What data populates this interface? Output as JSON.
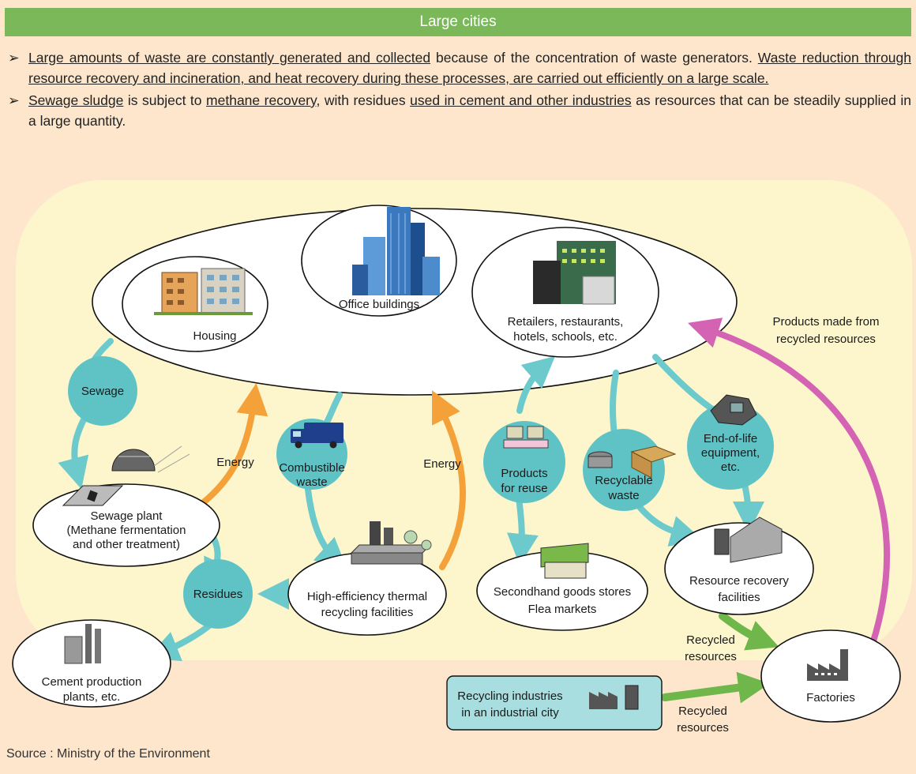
{
  "header": {
    "title": "Large cities"
  },
  "bullets": [
    {
      "parts": [
        {
          "text": "Large amounts of waste are constantly generated and collected",
          "underline": true
        },
        {
          "text": " because of the concentration of waste generators. ",
          "underline": false
        },
        {
          "text": "Waste reduction through resource recovery and incineration, and heat recovery during these processes, are carried out efficiently on a large scale.",
          "underline": true
        }
      ]
    },
    {
      "parts": [
        {
          "text": "Sewage sludge",
          "underline": true
        },
        {
          "text": " is subject to ",
          "underline": false
        },
        {
          "text": "methane recovery",
          "underline": true
        },
        {
          "text": ", with residues ",
          "underline": false
        },
        {
          "text": "used in cement and other industries",
          "underline": true
        },
        {
          "text": " as resources that can be steadily supplied in a large quantity.",
          "underline": false
        }
      ]
    }
  ],
  "nodes": {
    "housing": "Housing",
    "office": "Office buildings",
    "retail": [
      "Retailers, restaurants,",
      "hotels, schools, etc."
    ],
    "sewage_plant": [
      "Sewage plant",
      "(Methane fermentation",
      "and other treatment)"
    ],
    "thermal": [
      "High-efficiency thermal",
      "recycling facilities"
    ],
    "secondhand": [
      "Secondhand goods stores",
      "Flea markets"
    ],
    "resource_recovery": [
      "Resource recovery",
      "facilities"
    ],
    "cement": [
      "Cement production",
      "plants, etc."
    ],
    "factories": "Factories",
    "recycling_industries": [
      "Recycling industries",
      "in an industrial city"
    ]
  },
  "bubbles": {
    "sewage": "Sewage",
    "residues": "Residues",
    "combustible": [
      "Combustible",
      "waste"
    ],
    "products_reuse": [
      "Products",
      "for reuse"
    ],
    "recyclable": [
      "Recyclable",
      "waste"
    ],
    "eol": [
      "End-of-life",
      "equipment,",
      "etc."
    ]
  },
  "labels": {
    "energy_left": "Energy",
    "energy_right": "Energy",
    "products_recycled": [
      "Products made from",
      "recycled resources"
    ],
    "recycled_1": [
      "Recycled",
      "resources"
    ],
    "recycled_2": [
      "Recycled",
      "resources"
    ]
  },
  "source": "Source : Ministry of the Environment",
  "colors": {
    "header_bg": "#7ab85a",
    "page_bg": "#fde6cc",
    "zone_bg": "#fdf6cc",
    "bubble": "#5fc3c6",
    "arrow_teal": "#6cc9cc",
    "arrow_orange": "#f4a13a",
    "arrow_pink": "#d463b4",
    "arrow_green": "#6fb64b"
  }
}
